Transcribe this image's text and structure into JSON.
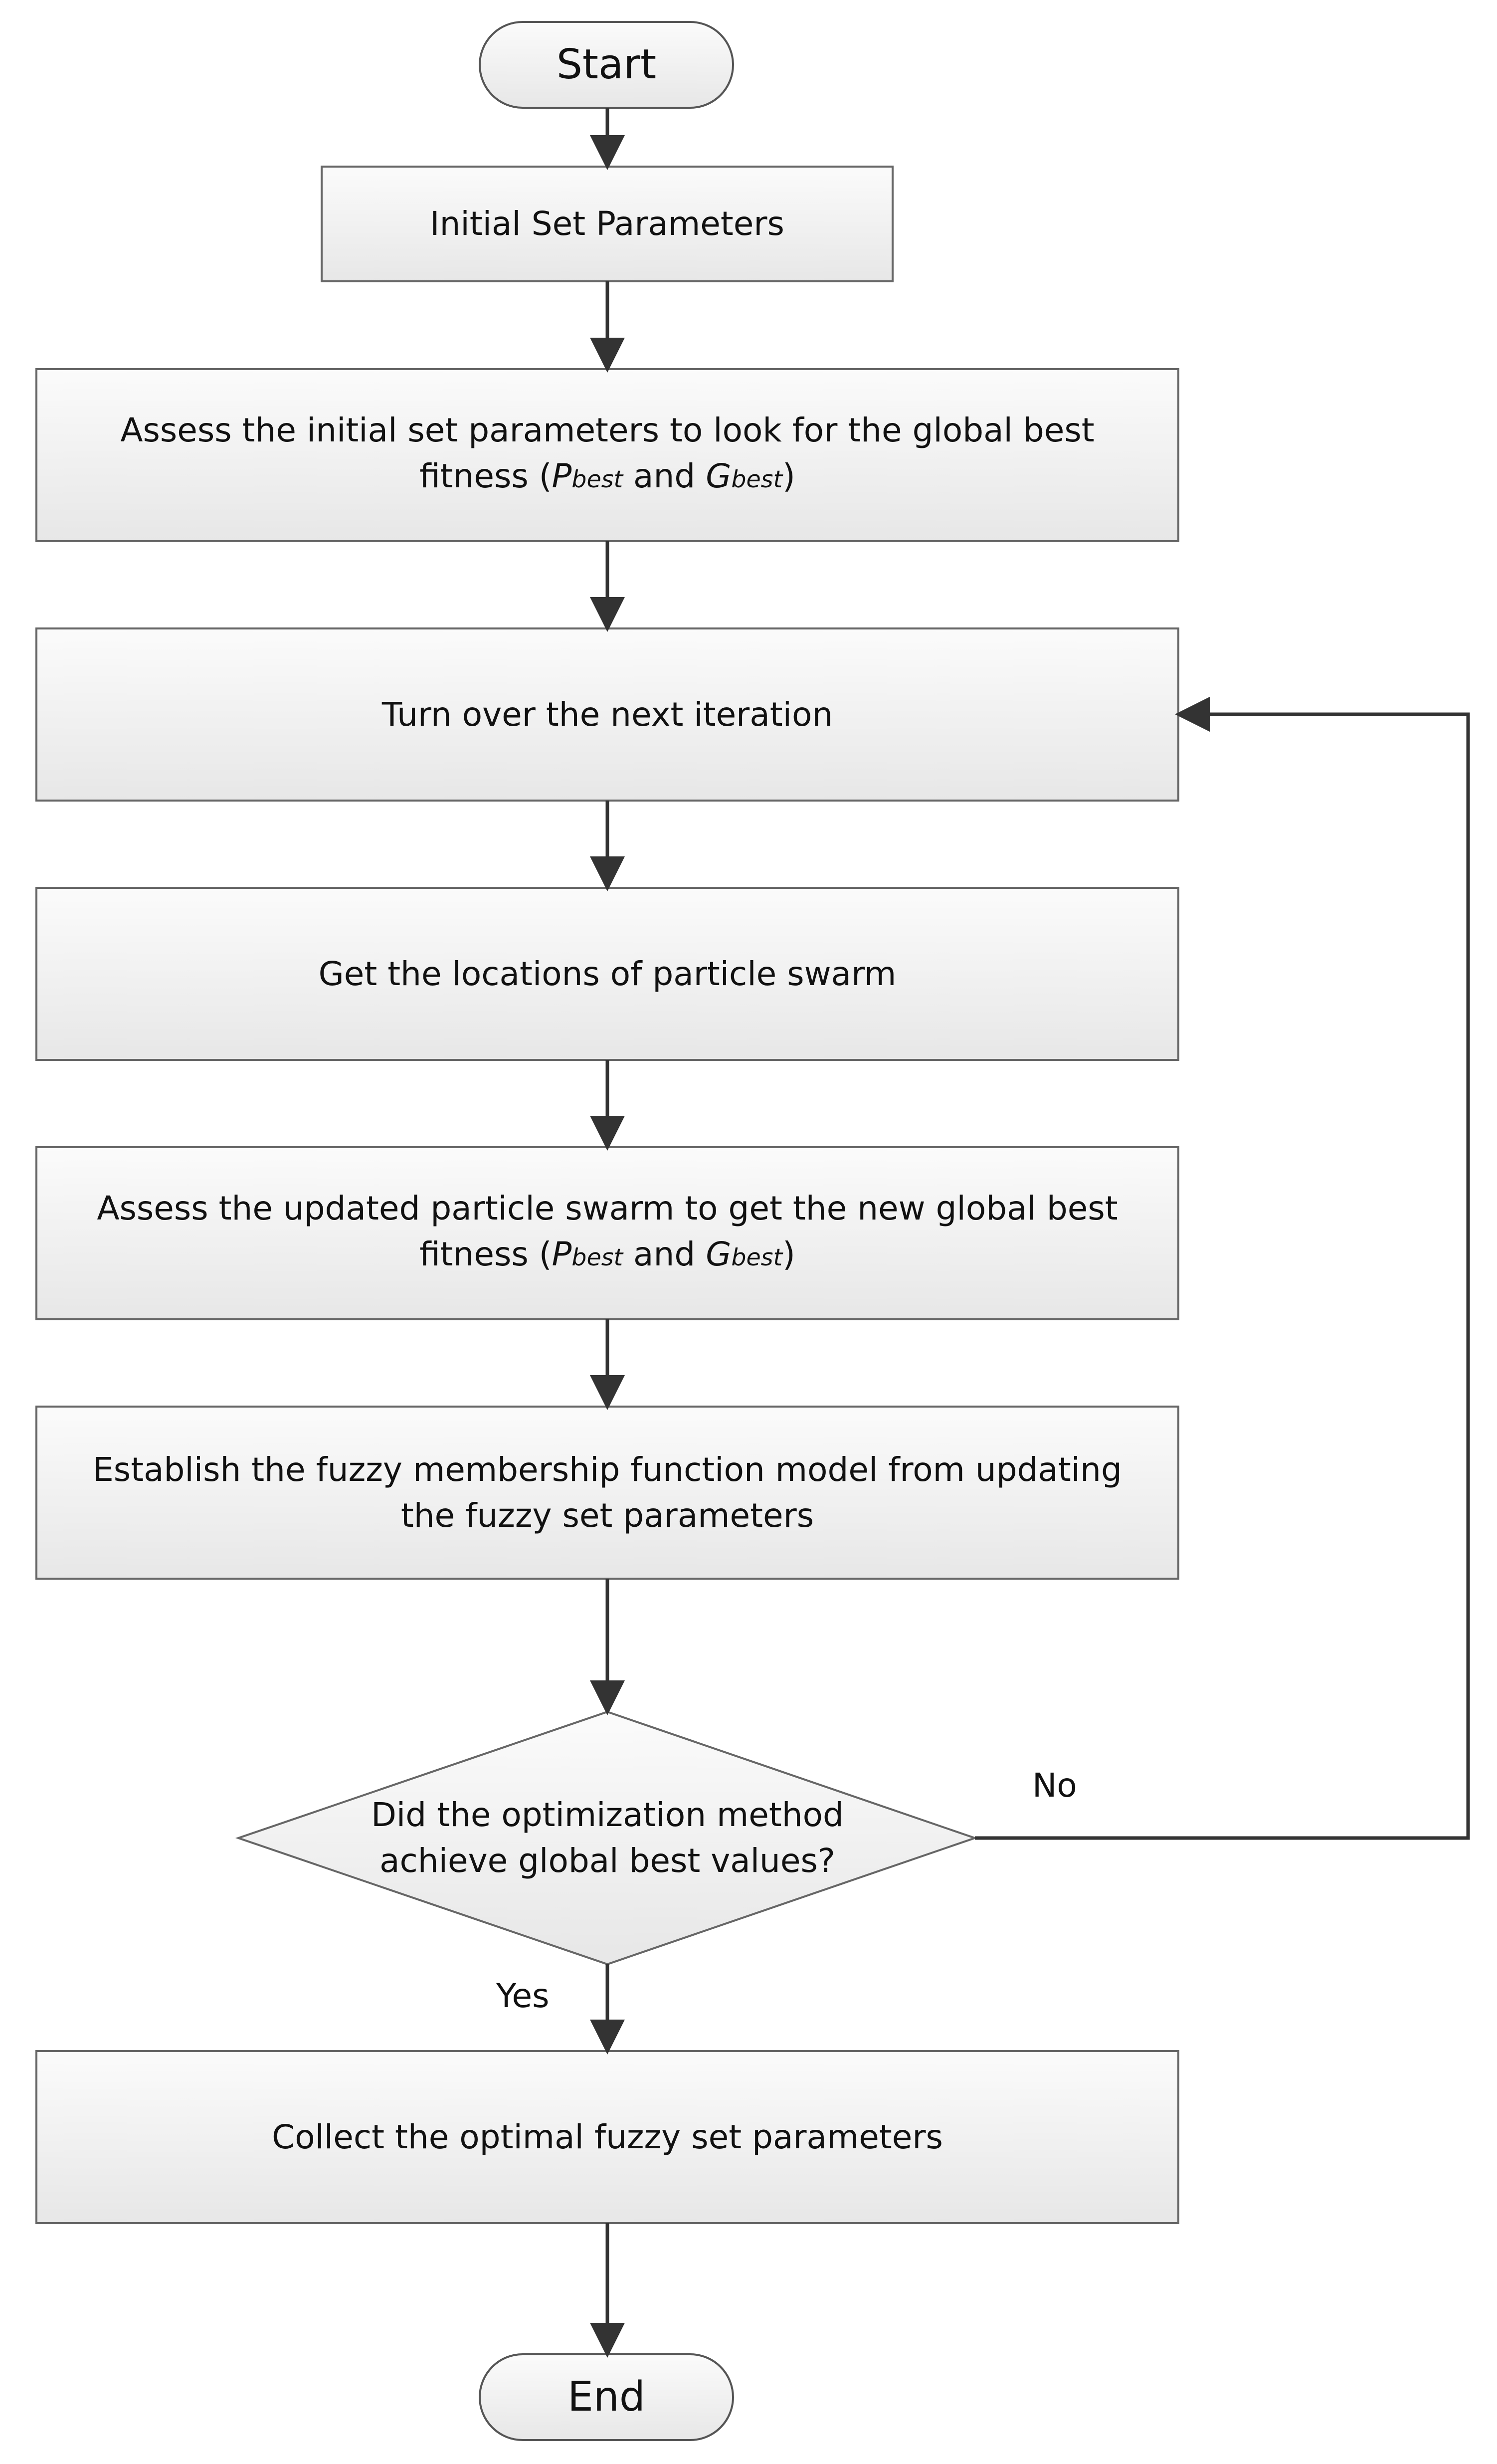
{
  "flowchart": {
    "start": "Start",
    "end": "End",
    "steps": {
      "initial_set_parameters": "Initial Set Parameters",
      "assess_initial_line1": "Assess the initial set parameters to look for the global best",
      "assess_initial_line2_prefix": "fitness (",
      "assess_initial_line2_p": "P",
      "assess_initial_line2_p_sub": "best",
      "assess_initial_line2_and": " and ",
      "assess_initial_line2_g": "G",
      "assess_initial_line2_g_sub": "best",
      "assess_initial_line2_suffix": ")",
      "next_iteration": "Turn over the next iteration",
      "get_locations": "Get the locations of particle swarm",
      "assess_updated_line1": "Assess the updated particle swarm to get the new global best",
      "assess_updated_line2_prefix": "fitness (",
      "assess_updated_line2_p": "P",
      "assess_updated_line2_p_sub": "best",
      "assess_updated_line2_and": " and ",
      "assess_updated_line2_g": "G",
      "assess_updated_line2_g_sub": "best",
      "assess_updated_line2_suffix": ")",
      "establish_line1": "Establish the fuzzy membership function model from updating",
      "establish_line2": "the fuzzy set parameters",
      "collect": "Collect the optimal fuzzy set parameters"
    },
    "decision": {
      "line1": "Did the optimization method",
      "line2": "achieve global best values?",
      "no_label": "No",
      "yes_label": "Yes"
    }
  }
}
